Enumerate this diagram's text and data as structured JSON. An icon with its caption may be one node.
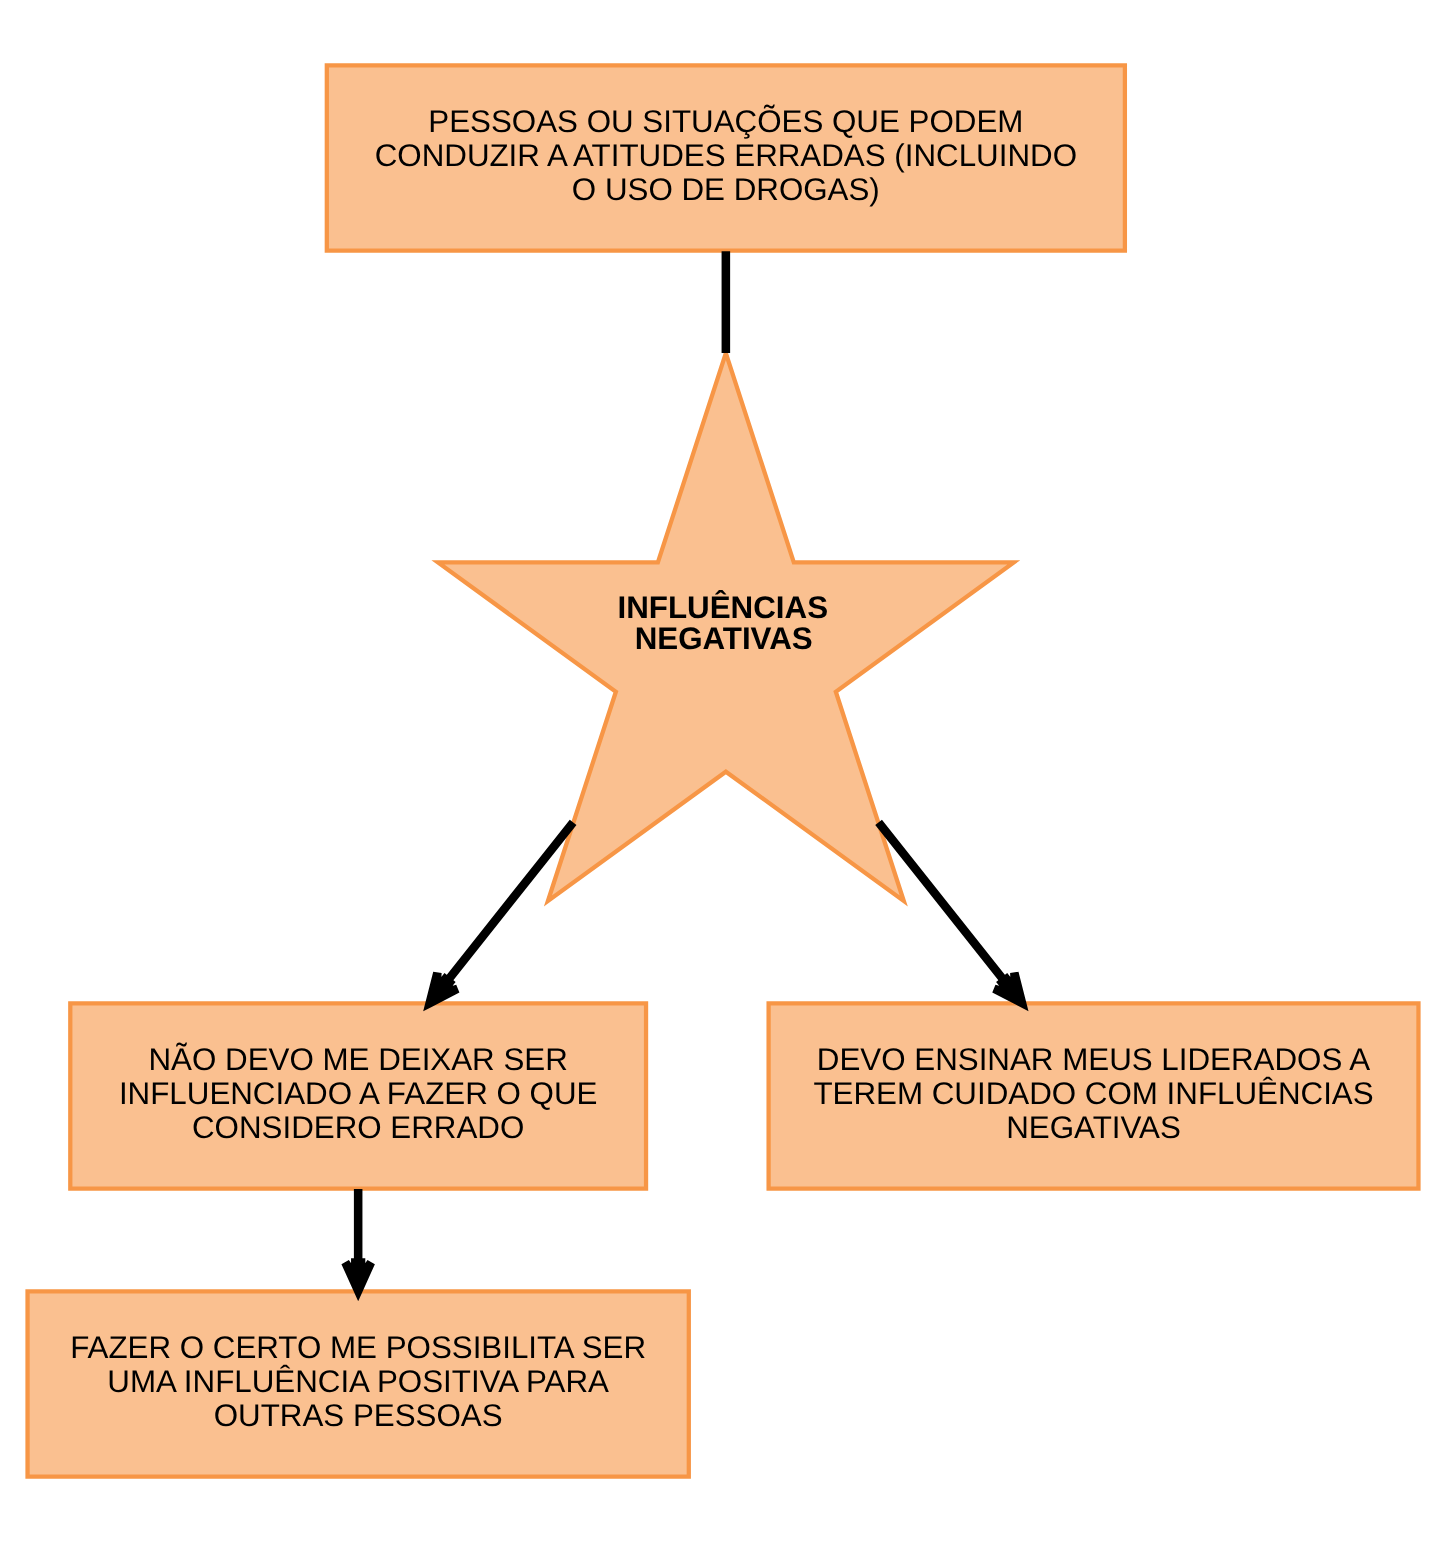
{
  "diagram": {
    "nodes": [
      {
        "text": [
          "PESSOAS OU SITUAÇÕES QUE PODEM CONDUZIR A ATITUDES ERRADAS (INCLUINDO O USO DE DROGAS)"
        ]
      },
      {
        "text": [
          "INFLUÊNCIAS NEGATIVAS"
        ]
      },
      {
        "text": [
          "NÃO DEVO ME DEIXAR SER INFLUENCIADO A FAZER O QUE CONSIDERO ERRADO"
        ]
      },
      {
        "text": [
          "DEVO ENSINAR MEUS LIDERADOS A TEREM CUIDADO COM INFLUÊNCIAS NEGATIVAS"
        ]
      },
      {
        "text": [
          "FAZER O CERTO ME POSSIBILITA SER UMA INFLUÊNCIA POSITIVA PARA OUTRAS PESSOAS"
        ]
      }
    ],
    "edges": [
      {
        "from": 0,
        "to": 1,
        "arrow": "none"
      },
      {
        "from": 1,
        "to": 2,
        "arrow": "to"
      },
      {
        "from": 1,
        "to": 3,
        "arrow": "to"
      },
      {
        "from": 2,
        "to": 4,
        "arrow": "to"
      }
    ]
  }
}
